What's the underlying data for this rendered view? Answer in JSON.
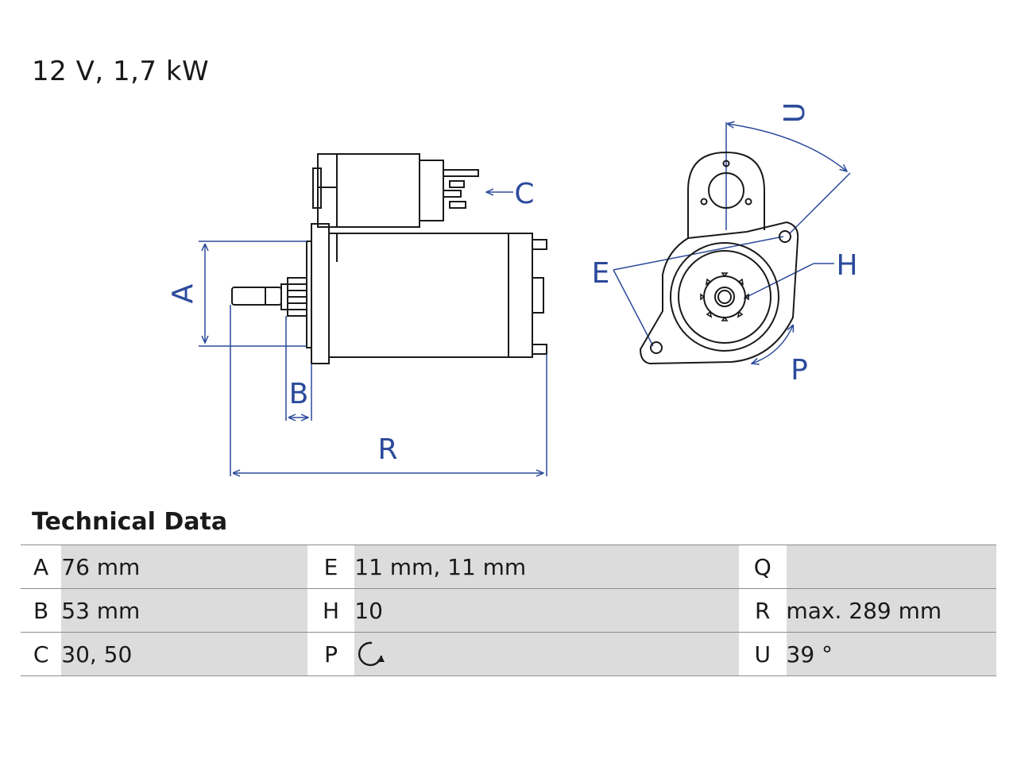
{
  "header": {
    "title": "12 V, 1,7 kW"
  },
  "diagram": {
    "dimension_labels": {
      "A": "A",
      "B": "B",
      "C": "C",
      "E": "E",
      "H": "H",
      "P": "P",
      "R": "R",
      "U": "U"
    },
    "line_color": "#2b4a9b",
    "outline_color": "#1a1a1a"
  },
  "technical_data": {
    "heading": "Technical Data",
    "rows": [
      [
        {
          "key": "A",
          "value": "76 mm"
        },
        {
          "key": "E",
          "value": "11 mm, 11 mm"
        },
        {
          "key": "Q",
          "value": ""
        }
      ],
      [
        {
          "key": "B",
          "value": "53 mm"
        },
        {
          "key": "H",
          "value": "10"
        },
        {
          "key": "R",
          "value": "max. 289 mm"
        }
      ],
      [
        {
          "key": "C",
          "value": "30, 50"
        },
        {
          "key": "P",
          "value": "",
          "icon": "rotation-clockwise-icon"
        },
        {
          "key": "U",
          "value": "39 °"
        }
      ]
    ]
  }
}
